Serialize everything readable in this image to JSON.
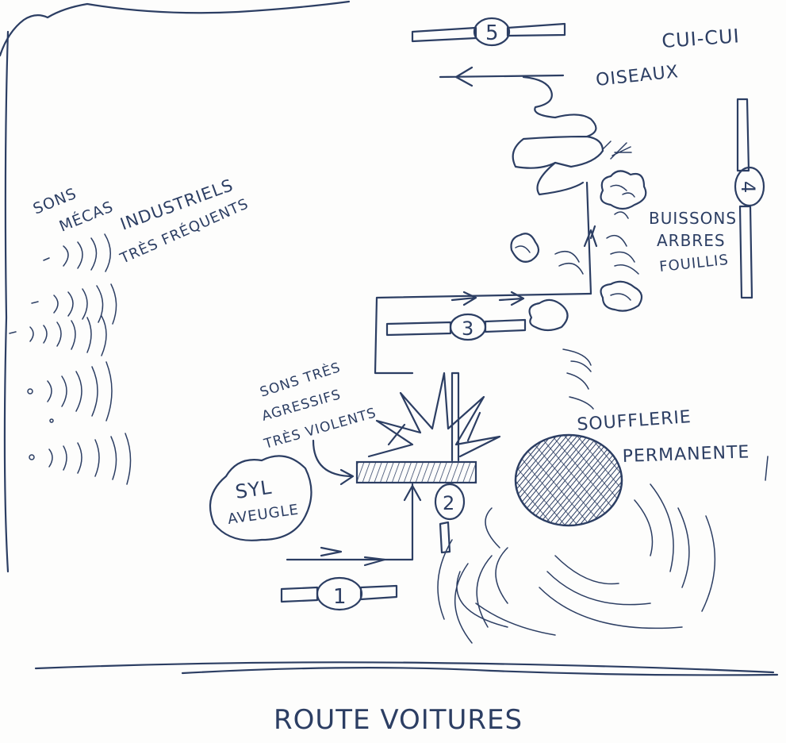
{
  "labels": {
    "cuicui": "CUI-CUI",
    "oiseaux": "OISEAUX",
    "sons_mecas_line1": "SONS",
    "sons_mecas_line2": "MÉCAS",
    "industriels": "INDUSTRIELS",
    "tres_frequents": "TRÈS FRÉQUENTS",
    "buissons": "BUISSONS",
    "arbres": "ARBRES",
    "fouillis": "FOUILLIS",
    "sons_agressifs_line1": "SONS TRÈS",
    "sons_agressifs_line2": "AGRESSIFS",
    "sons_agressifs_line3": "TRÈS VIOLENTS",
    "soufflerie_line1": "SOUFFLERIE",
    "soufflerie_line2": "PERMANENTE",
    "syl_line1": "SYL",
    "syl_line2": "AVEUGLE",
    "route": "ROUTE  VOITURES"
  },
  "markers": [
    "1",
    "2",
    "3",
    "4",
    "5"
  ],
  "colors": {
    "ink": "#2c3e63",
    "paper": "#fdfdfc"
  }
}
